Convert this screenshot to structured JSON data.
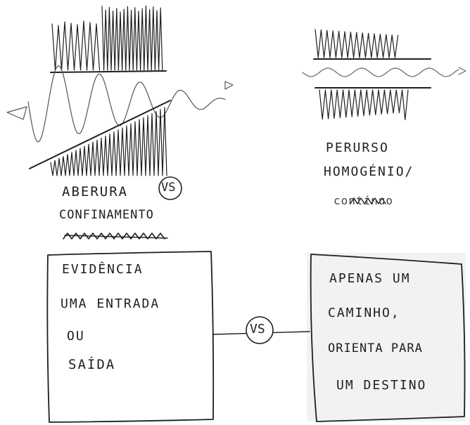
{
  "colors": {
    "ink": "#1f1f1f",
    "paper": "#ffffff",
    "smudge": "#e9e9e9"
  },
  "left_sketch": {
    "caption_line1": "ABERURA",
    "caption_line2": "CONFINAMENTO",
    "vs_badge": "VS"
  },
  "right_sketch": {
    "caption_line1": "PERURSO",
    "caption_line2": "HOMOGÉNIO/",
    "caption_line3_scribbled": "contínuo"
  },
  "left_box": {
    "line1": "EVIDÊNCIA",
    "line2": "UMA ENTRADA",
    "line3": "OU",
    "line4": "SAÍDA"
  },
  "right_box": {
    "line1": "APENAS UM",
    "line2": "CAMINHO,",
    "line3": "ORIENTA PARA",
    "line4": "UM DESTINO"
  },
  "center_vs": "VS"
}
